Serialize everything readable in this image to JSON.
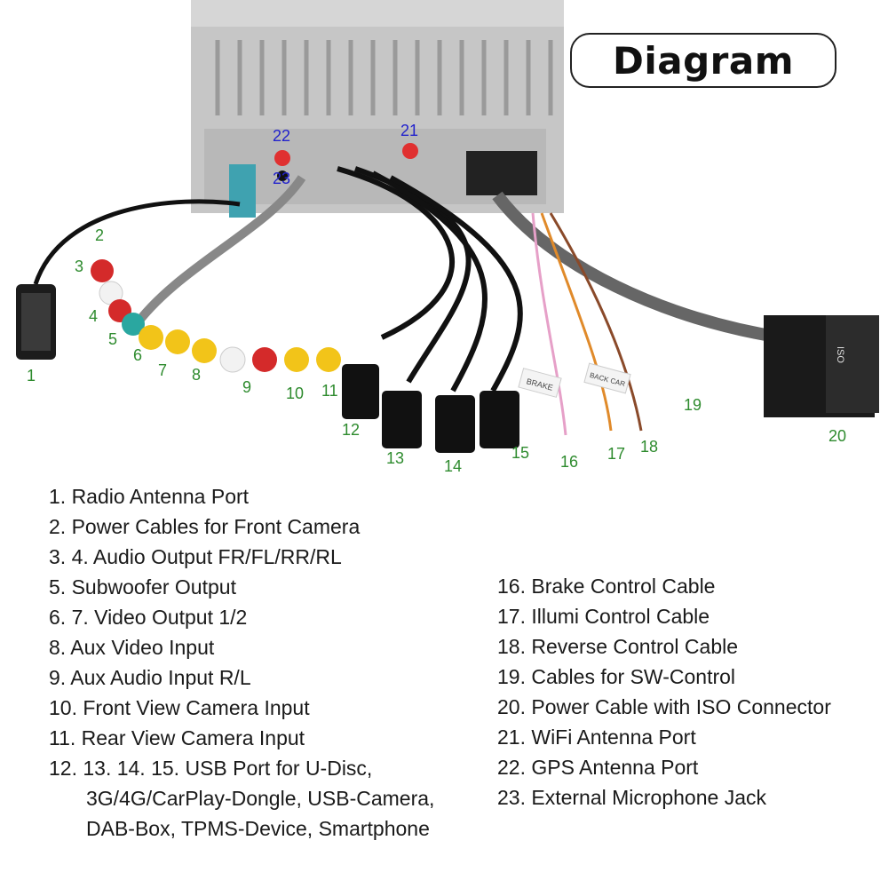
{
  "title": "Diagram",
  "callouts": [
    "1",
    "2",
    "3",
    "4",
    "5",
    "6",
    "7",
    "8",
    "9",
    "10",
    "11",
    "12",
    "13",
    "14",
    "15",
    "16",
    "17",
    "18",
    "19",
    "20",
    "21",
    "22",
    "23"
  ],
  "cable_tags": {
    "brake": "BRAKE",
    "reverse": "BACK CAR",
    "connector": "ISO"
  },
  "legend_left": [
    "1. Radio Antenna Port",
    "2. Power Cables for Front Camera",
    "3. 4. Audio Output FR/FL/RR/RL",
    "5. Subwoofer Output",
    "6. 7. Video Output 1/2",
    "8. Aux Video Input",
    "9. Aux Audio Input R/L",
    "10. Front View Camera Input",
    "11. Rear View Camera Input",
    "12. 13. 14. 15. USB Port for U-Disc,",
    "3G/4G/CarPlay-Dongle, USB-Camera,",
    "DAB-Box, TPMS-Device, Smartphone"
  ],
  "legend_right": [
    "16. Brake Control Cable",
    "17. Illumi Control Cable",
    "18. Reverse Control Cable",
    "19. Cables for SW-Control",
    "20. Power Cable with ISO Connector",
    "21. WiFi Antenna Port",
    "22. GPS Antenna Port",
    "23. External Microphone Jack"
  ],
  "colors": {
    "chassis": "#c9c9c9",
    "callout_green": "#2e8b2e",
    "callout_blue": "#2222cc",
    "rca_red": "#d42a2a",
    "rca_white": "#f2f2f2",
    "rca_yellow": "#f2c419",
    "rca_teal": "#2aa7a0"
  }
}
